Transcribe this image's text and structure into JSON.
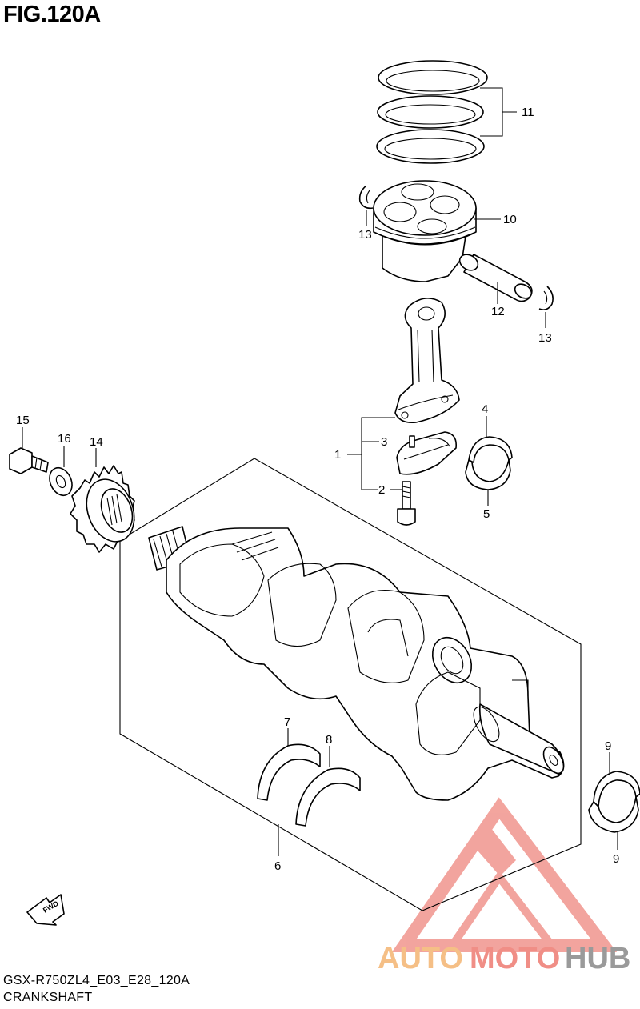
{
  "figure": {
    "title": "FIG.120A"
  },
  "footer": {
    "model_code": "GSX-R750ZL4_E03_E28_120A",
    "section_name": "CRANKSHAFT"
  },
  "fwd_marker": {
    "label": "FWD",
    "icon": "fwd-arrow-icon"
  },
  "watermark": {
    "logo_icon": "automotohub-triangle-logo",
    "word_1": "AUTO",
    "word_2": "MOTO",
    "word_3": "HUB",
    "colors": {
      "auto": "#f5bf86",
      "moto": "#f08e86",
      "hub": "#9a9a9a",
      "triangle": "#f08e86"
    }
  },
  "callouts": {
    "c1": "1",
    "c2": "2",
    "c3": "3",
    "c4": "4",
    "c5": "5",
    "c6": "6",
    "c7": "7",
    "c8": "8",
    "c9a": "9",
    "c9b": "9",
    "c10": "10",
    "c11": "11",
    "c12": "12",
    "c13a": "13",
    "c13b": "13",
    "c14": "14",
    "c15": "15",
    "c16": "16"
  }
}
